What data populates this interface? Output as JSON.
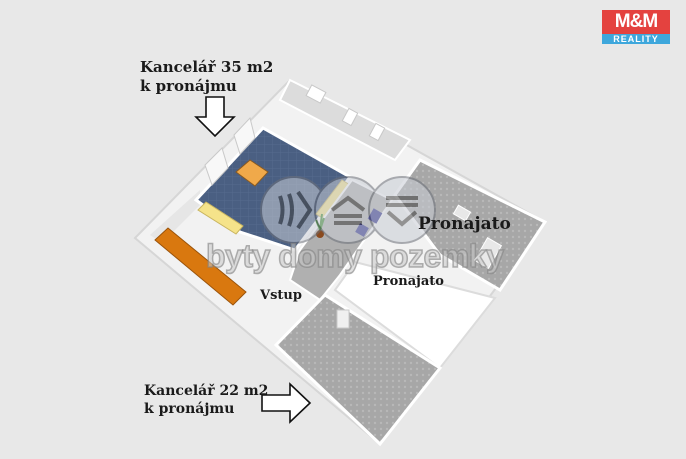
{
  "logo": {
    "top": "M&M",
    "bottom": "REALITY",
    "colors": {
      "red": "#e4423f",
      "blue": "#3ea7dc"
    }
  },
  "labels": {
    "office35_line1": "Kancelář 35 m2",
    "office35_line2": "k pronájmu",
    "office22_line1": "Kancelář 22 m2",
    "office22_line2": "k pronájmu",
    "rented_large": "Pronajato",
    "rented_small": "Pronajato",
    "entrance": "Vstup"
  },
  "watermark": {
    "text": "byty domy pozemky"
  },
  "colors": {
    "background": "#e8e8e8",
    "carpet_blue": "#4a5f82",
    "floor_gray": "#a9a9a9",
    "wall_white": "#f4f4f4",
    "orange_counter": "#d9780f",
    "yellow_bench": "#f5e38a",
    "desk": "#f0a94a"
  }
}
